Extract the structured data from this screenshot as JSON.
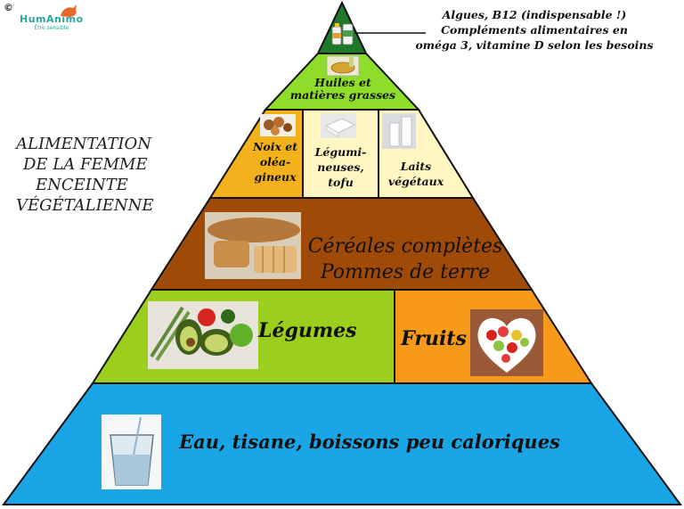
{
  "copyright": "©",
  "logo": {
    "name": "HumAnimo",
    "tagline": "Être sensible"
  },
  "title_lines": [
    "ALIMENTATION",
    "DE LA FEMME",
    "ENCEINTE",
    "VÉGÉTALIENNE"
  ],
  "top_note_lines": [
    "Algues, B12 (indispensable !)",
    "Compléments alimentaires en",
    "oméga 3, vitamine D selon les besoins"
  ],
  "levels": {
    "oils": {
      "lines": [
        "Huiles et",
        "matières grasses"
      ],
      "color": "#8fdc2a"
    },
    "nuts": {
      "lines": [
        "Noix et",
        "oléa-",
        "gineux"
      ],
      "color": "#f3b21b"
    },
    "legumes_secs": {
      "lines": [
        "Légumi-",
        "neuses,",
        "tofu"
      ],
      "color": "#fff6c2"
    },
    "milks": {
      "lines": [
        "Laits",
        "végétaux"
      ],
      "color": "#fff6c2"
    },
    "cereals": {
      "lines": [
        "Céréales complètes",
        "Pommes de terre"
      ],
      "color": "#a04a08"
    },
    "vegetables": {
      "label": "Légumes",
      "color": "#9ccf1d"
    },
    "fruits": {
      "label": "Fruits",
      "color": "#f79a1a"
    },
    "water": {
      "label": "Eau, tisane, boissons peu caloriques",
      "color": "#1aa6e6"
    }
  },
  "colors": {
    "apex": "#1e7a2a",
    "outline": "#111111"
  },
  "icons": [
    "fox-logo-icon",
    "supplement-bottles-icon",
    "oil-bowl-icon",
    "nuts-icon",
    "tofu-icon",
    "milk-glass-icon",
    "bread-icon",
    "vegetables-icon",
    "fruit-bowl-icon",
    "water-glass-icon"
  ]
}
